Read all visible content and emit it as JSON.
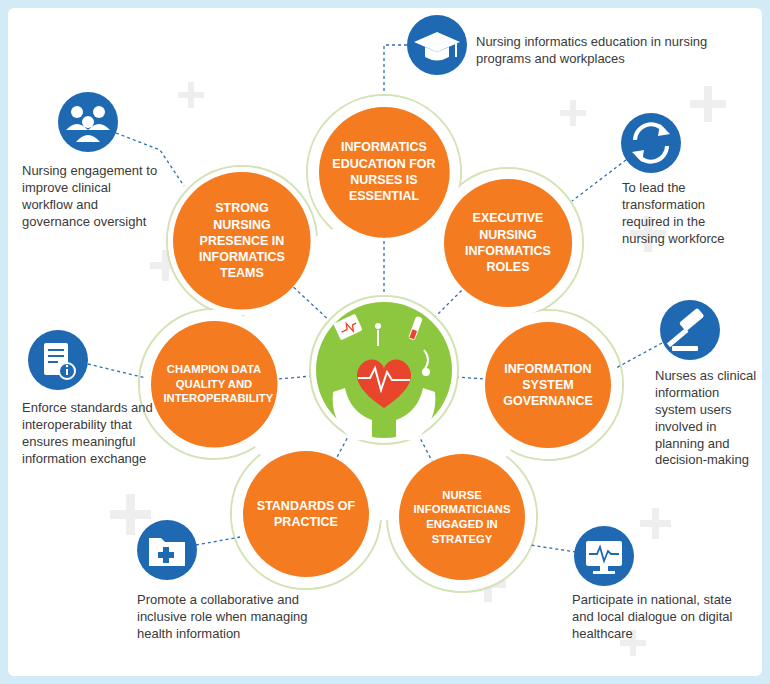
{
  "diagram": {
    "nodes": [
      {
        "text": [
          "INFORMATICS EDUCATION FOR NURSES IS ESSENTIAL"
        ]
      },
      {
        "text": [
          "EXECUTIVE NURSING INFORMATICS ROLES"
        ]
      },
      {
        "text": [
          "INFORMATION SYSTEM GOVERNANCE"
        ]
      },
      {
        "text": [
          "NURSE INFORMATICIANS ENGAGED IN STRATEGY"
        ]
      },
      {
        "text": [
          "STANDARDS OF PRACTICE"
        ]
      },
      {
        "text": [
          "CHAMPION DATA QUALITY AND INTEROPERABILITY"
        ]
      },
      {
        "text": [
          "STRONG NURSING PRESENCE IN INFORMATICS TEAMS"
        ]
      }
    ],
    "labels": [
      "Nursing informatics education in nursing programs and workplaces",
      "To lead the transformation required in the nursing workforce",
      "Nurses as clinical information system users involved in planning and decision-making",
      "Participate in national, state and local dialogue on digital healthcare",
      "Promote a collaborative and inclusive role when managing health information",
      "Enforce standards and interoperability that ensures meaningful information exchange",
      "Nursing engagement to improve clinical workflow and governance oversight"
    ]
  }
}
